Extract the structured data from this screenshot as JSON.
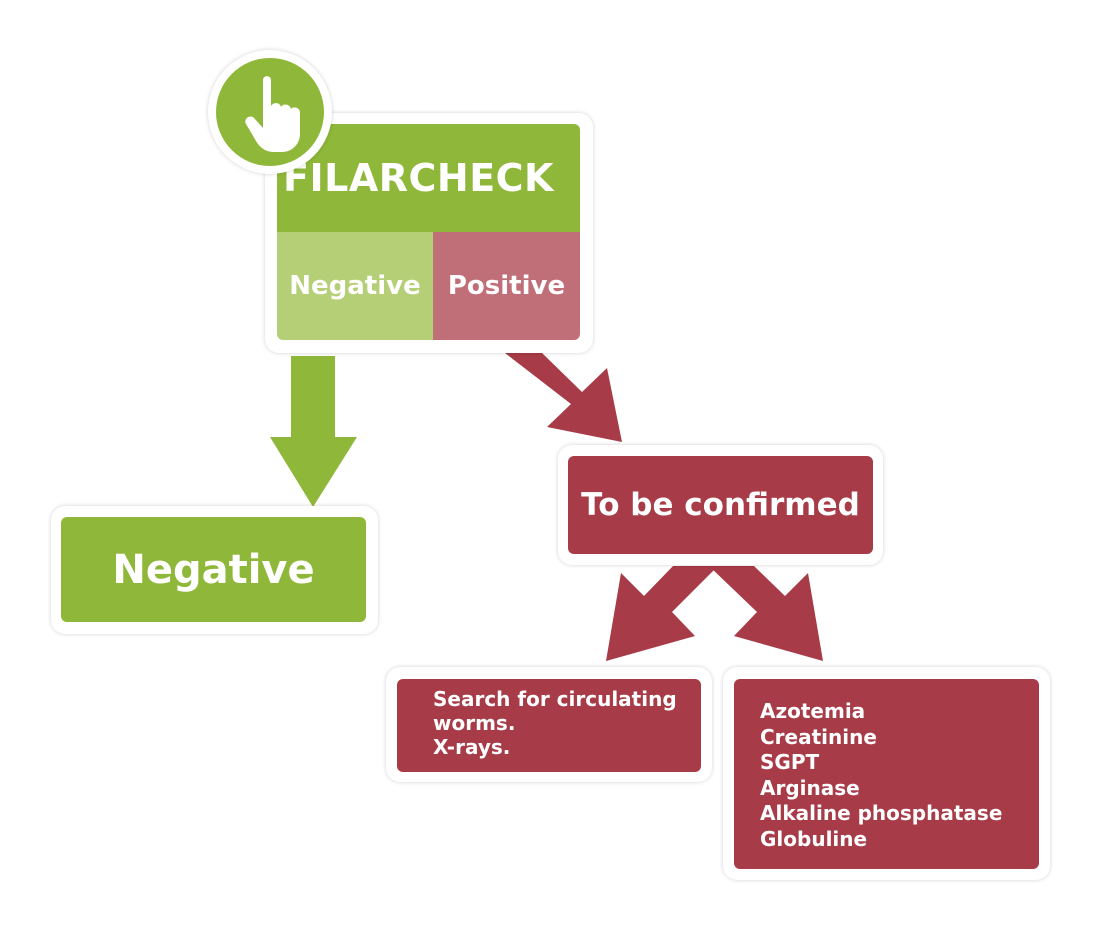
{
  "colors": {
    "green": "#8fb83a",
    "light_green": "#b5cf76",
    "red": "#a83b48",
    "light_red": "#c06f79"
  },
  "icons": {
    "badge": "pointing-hand-icon"
  },
  "filarcheck": {
    "title": "FILARCHECK",
    "negative_label": "Negative",
    "positive_label": "Positive"
  },
  "negative_result": {
    "label": "Negative"
  },
  "confirm": {
    "label": "To be confirmed"
  },
  "search_box": {
    "lines": [
      "Search for circulating",
      "worms.",
      "X-rays."
    ]
  },
  "tests_box": {
    "lines": [
      "Azotemia",
      "Creatinine",
      "SGPT",
      "Arginase",
      "Alkaline phosphatase",
      "Globuline"
    ]
  }
}
